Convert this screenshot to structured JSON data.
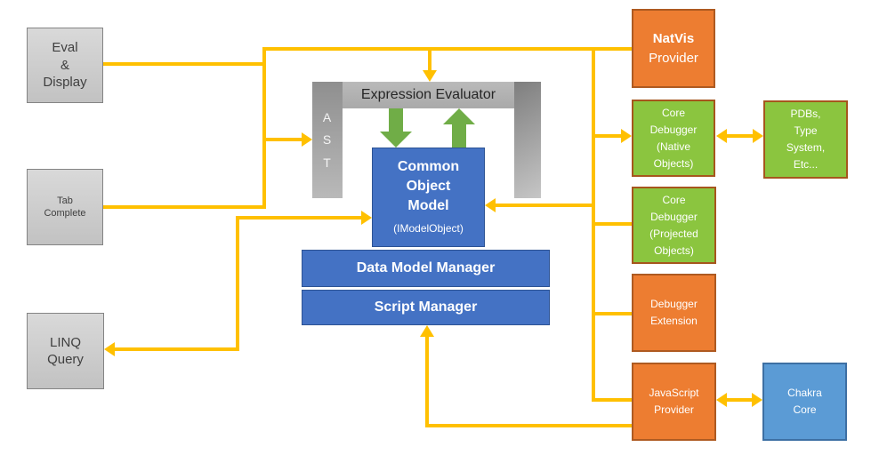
{
  "nodes": {
    "eval_display": {
      "lines": [
        "Eval",
        "&",
        "Display"
      ]
    },
    "tab_complete": {
      "lines": [
        "Tab",
        "Complete"
      ]
    },
    "linq_query": {
      "lines": [
        "LINQ",
        "Query"
      ]
    },
    "ast": {
      "lines": [
        "A",
        "S",
        "T"
      ]
    },
    "expression_evaluator": {
      "label": "Expression Evaluator"
    },
    "common_object_model": {
      "lines": [
        "Common",
        "Object",
        "Model"
      ],
      "sub": "(IModelObject)"
    },
    "data_model_manager": {
      "label": "Data Model Manager"
    },
    "script_manager": {
      "label": "Script Manager"
    },
    "natvis_provider": {
      "lines": [
        "NatVis",
        "Provider"
      ]
    },
    "core_debugger_native": {
      "lines": [
        "Core",
        "Debugger",
        "(Native",
        "Objects)"
      ]
    },
    "pdbs_type_system": {
      "lines": [
        "PDBs,",
        "Type",
        "System,",
        "Etc..."
      ]
    },
    "core_debugger_projected": {
      "lines": [
        "Core",
        "Debugger",
        "(Projected",
        "Objects)"
      ]
    },
    "debugger_extension": {
      "lines": [
        "Debugger",
        "Extension"
      ]
    },
    "javascript_provider": {
      "lines": [
        "JavaScript",
        "Provider"
      ]
    },
    "chakra_core": {
      "lines": [
        "Chakra",
        "Core"
      ]
    }
  },
  "colors": {
    "connector": "#FFC000",
    "green_arrow": "#70AD47",
    "orange_fill": "#ED7D31",
    "orange_border": "#AE5A21",
    "green_fill": "#8BC53F",
    "green_border": "#A6561D",
    "blue_fill": "#4472C4",
    "blue_border": "#2D5394",
    "lightblue_fill": "#5B9BD5",
    "lightblue_border": "#3D6FA3",
    "gray_fill": "#D9D9D9",
    "gray_border": "#848484"
  }
}
